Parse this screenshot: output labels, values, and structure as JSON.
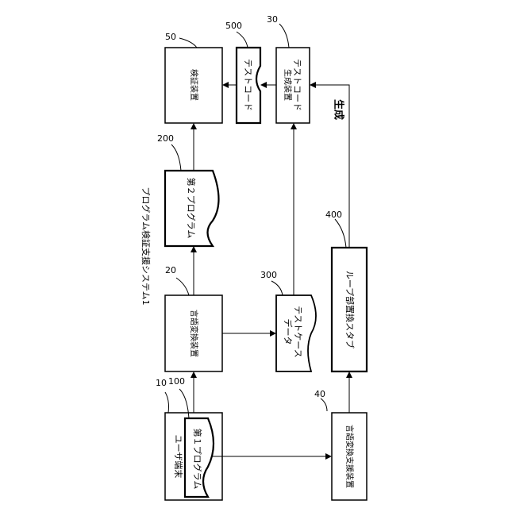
{
  "diagram": {
    "system_label": "プログラム検証支援システム1",
    "nodes": {
      "user_terminal": {
        "label": "ユーザ端末",
        "ref": "10"
      },
      "program1": {
        "label": "第１プログラム",
        "ref": "100"
      },
      "converter": {
        "label": "言語変換装置",
        "ref": "20"
      },
      "program2": {
        "label": "第２プログラム",
        "ref": "200"
      },
      "verifier": {
        "label": "検証装置",
        "ref": "50"
      },
      "test_code": {
        "label": "テストコード",
        "ref": "500"
      },
      "test_code_gen": {
        "label_line1": "テストコード",
        "label_line2": "生成装置",
        "ref": "30"
      },
      "test_case": {
        "label_line1": "テストケース",
        "label_line2": "データ",
        "ref": "300"
      },
      "loop_stub": {
        "label": "ループ部置換スタブ",
        "ref": "400"
      },
      "conv_support": {
        "label": "言語変換支援装置",
        "ref": "40"
      }
    },
    "edge_label_generate": "生成"
  }
}
